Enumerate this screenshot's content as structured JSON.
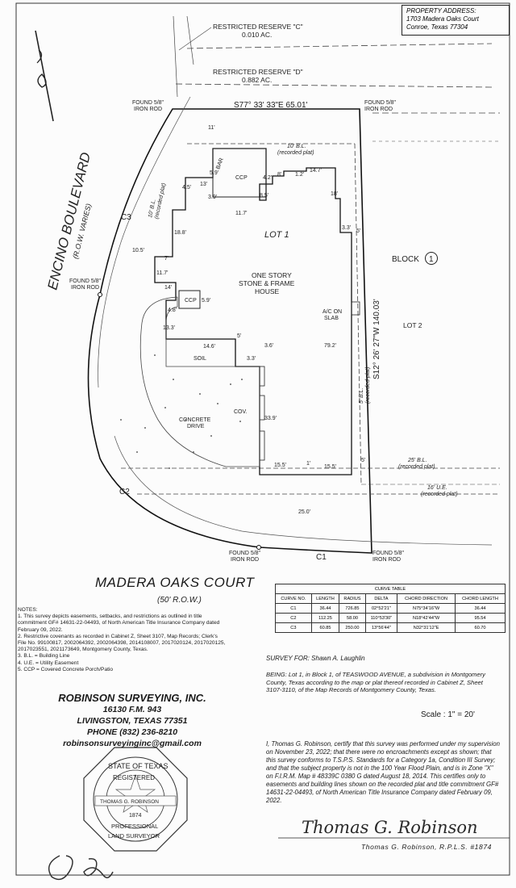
{
  "property_address": {
    "heading": "PROPERTY ADDRESS:",
    "street": "1703 Madera Oaks Court",
    "city": "Conroe, Texas 77304"
  },
  "plat": {
    "restricted_c": "RESTRICTED RESERVE \"C\"",
    "restricted_c_area": "0.010 AC.",
    "restricted_d": "RESTRICTED RESERVE \"D\"",
    "restricted_d_area": "0.882 AC.",
    "bearing_north": "S77° 33' 33\"E 65.01'",
    "bearing_east": "S12° 26' 27\"W 140.03'",
    "found_rod_label": "FOUND 5/8\"",
    "iron_rod_label": "IRON ROD",
    "street_west": "ENCINO BOULEVARD",
    "street_west_row": "(R.O.W. VARIES)",
    "lot": "LOT 1",
    "lot2": "LOT 2",
    "block": "BLOCK",
    "block_num": "1",
    "house1": "ONE STORY",
    "house2": "STONE & FRAME",
    "house3": "HOUSE",
    "ccp": "CCP",
    "bar": "BAR",
    "ac_slab1": "A/C ON",
    "ac_slab2": "SLAB",
    "soil": "SOIL",
    "cov": "COV.",
    "drive1": "CONCRETE",
    "drive2": "DRIVE",
    "bl_10": "10' B.L.",
    "bl_recorded": "(recorded plat)",
    "bl_5": "5' B.L.",
    "bl_25": "25' B.L.",
    "ue_16": "16' U.E.",
    "c1": "C1",
    "c2": "C2",
    "c3": "C3",
    "dims": {
      "d11": "11'",
      "d13": "13'",
      "d4_5": "4.5'",
      "d3_9": "3.9'",
      "d8_5": "8.5'",
      "d5_9": "5.9'",
      "d11_7": "11.7'",
      "d4_2": "4.2'",
      "d8": "8'",
      "d1_2": "1.2'",
      "d14_7": "14.7'",
      "d18": "18'",
      "d3_3": "3.3'",
      "d5": "5'",
      "d18_8": "18.8'",
      "d10_5": "10.5'",
      "d7": "7'",
      "d11_7b": "11.7'",
      "d14": "14'",
      "d5_9b": "5.9'",
      "d4_8": "4.8'",
      "d13_3": "13.3'",
      "d14_6": "14.6'",
      "d5b": "5'",
      "d3_6": "3.6'",
      "d3_3b": "3.3'",
      "d79_2": "79.2'",
      "d33_9": "33.9'",
      "d15_5a": "15.5'",
      "d1": "1'",
      "d15_5b": "15.5'",
      "d5c": "5'",
      "d25": "25.0'"
    }
  },
  "street_south": {
    "name": "MADERA OAKS COURT",
    "row": "(50' R.O.W.)"
  },
  "notes": {
    "title": "NOTES:",
    "n1": "1.  This survey depicts easements, setbacks, and restrictions as outlined in title commitment GF# 14631-22-04493, of North American Title Insurance Company dated February 09, 2022.",
    "n2": "2.  Restrictive covenants as recorded in Cabinet Z, Sheet 3107, Map Records; Clerk's File No. 99100817, 2002064392, 2002064398, 2014108007, 2017020124, 2017020125, 2017023551, 2021173649, Montgomery County, Texas.",
    "n3": "3. B.L. = Building Line",
    "n4": "4. U.E. = Utility Easement",
    "n5": "5.  CCP = Covered Concrete Porch/Patio"
  },
  "company": {
    "name": "ROBINSON SURVEYING, INC.",
    "addr1": "16130 F.M. 943",
    "addr2": "LIVINGSTON, TEXAS 77351",
    "phone": "PHONE (832) 236-8210",
    "email": "robinsonsurveyinginc@gmail.com"
  },
  "seal": {
    "state": "STATE OF TEXAS",
    "registered": "REGISTERED",
    "name": "THOMAS G. ROBINSON",
    "number": "1874",
    "professional": "PROFESSIONAL",
    "land_surveyor": "LAND SURVEYOR"
  },
  "curve_table": {
    "title": "CURVE TABLE",
    "headers": [
      "CURVE NO.",
      "LENGTH",
      "RADIUS",
      "DELTA",
      "CHORD DIRECTION",
      "CHORD LENGTH"
    ],
    "rows": [
      [
        "C1",
        "36.44",
        "726.85",
        "02°52'21\"",
        "N75°34'16\"W",
        "36.44"
      ],
      [
        "C2",
        "112.25",
        "58.00",
        "110°53'30\"",
        "N18°42'44\"W",
        "95.54"
      ],
      [
        "C3",
        "60.85",
        "250.00",
        "13°56'44\"",
        "N32°31'12\"E",
        "60.70"
      ]
    ]
  },
  "survey_for": "SURVEY FOR:  Shawn A. Laughlin",
  "being": "BEING:  Lot 1, in Block 1, of TEASWOOD AVENUE, a subdivision in Montgomery County, Texas according to the map or plat thereof recorded in Cabinet Z, Sheet 3107-3110, of the Map Records of Montgomery County, Texas.",
  "scale": "Scale : 1\" = 20'",
  "certification": "I, Thomas G. Robinson, certify that this survey was performed under my supervision on November 23, 2022; that there were no encroachments except as shown; that this survey conforms to T.S.P.S. Standards for a Category 1a, Condition III Survey; and that the subject property is not in the 100 Year Flood Plain, and is in Zone \"X\" on F.I.R.M. Map # 48339C 0380 G dated August 18, 2014. This certifies only to easements and building lines shown on the recorded plat and title commitment GF# 14631-22-04493, of North American Title Insurance Company dated February 09, 2022.",
  "signature": "Thomas G. Robinson",
  "signer": "Thomas  G.  Robinson,     R.P.L.S.   #1874"
}
